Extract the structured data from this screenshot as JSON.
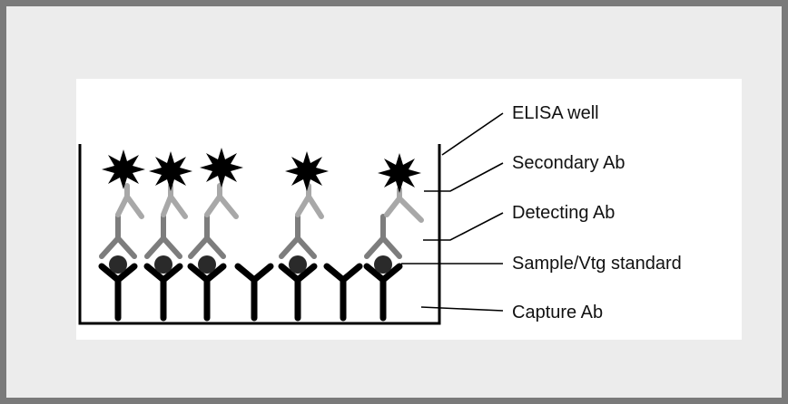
{
  "labels": {
    "elisa_well": "ELISA well",
    "secondary_ab": "Secondary Ab",
    "detecting_ab": "Detecting Ab",
    "sample": "Sample/Vtg standard",
    "capture_ab": "Capture Ab"
  },
  "colors": {
    "frame": "#7a7a7a",
    "background": "#ececec",
    "panel": "#ffffff",
    "capture_ab": "#000000",
    "antigen": "#2a2a2a",
    "detecting_ab": "#7d7d7d",
    "secondary_ab": "#a8a8a8",
    "signal": "#000000"
  }
}
